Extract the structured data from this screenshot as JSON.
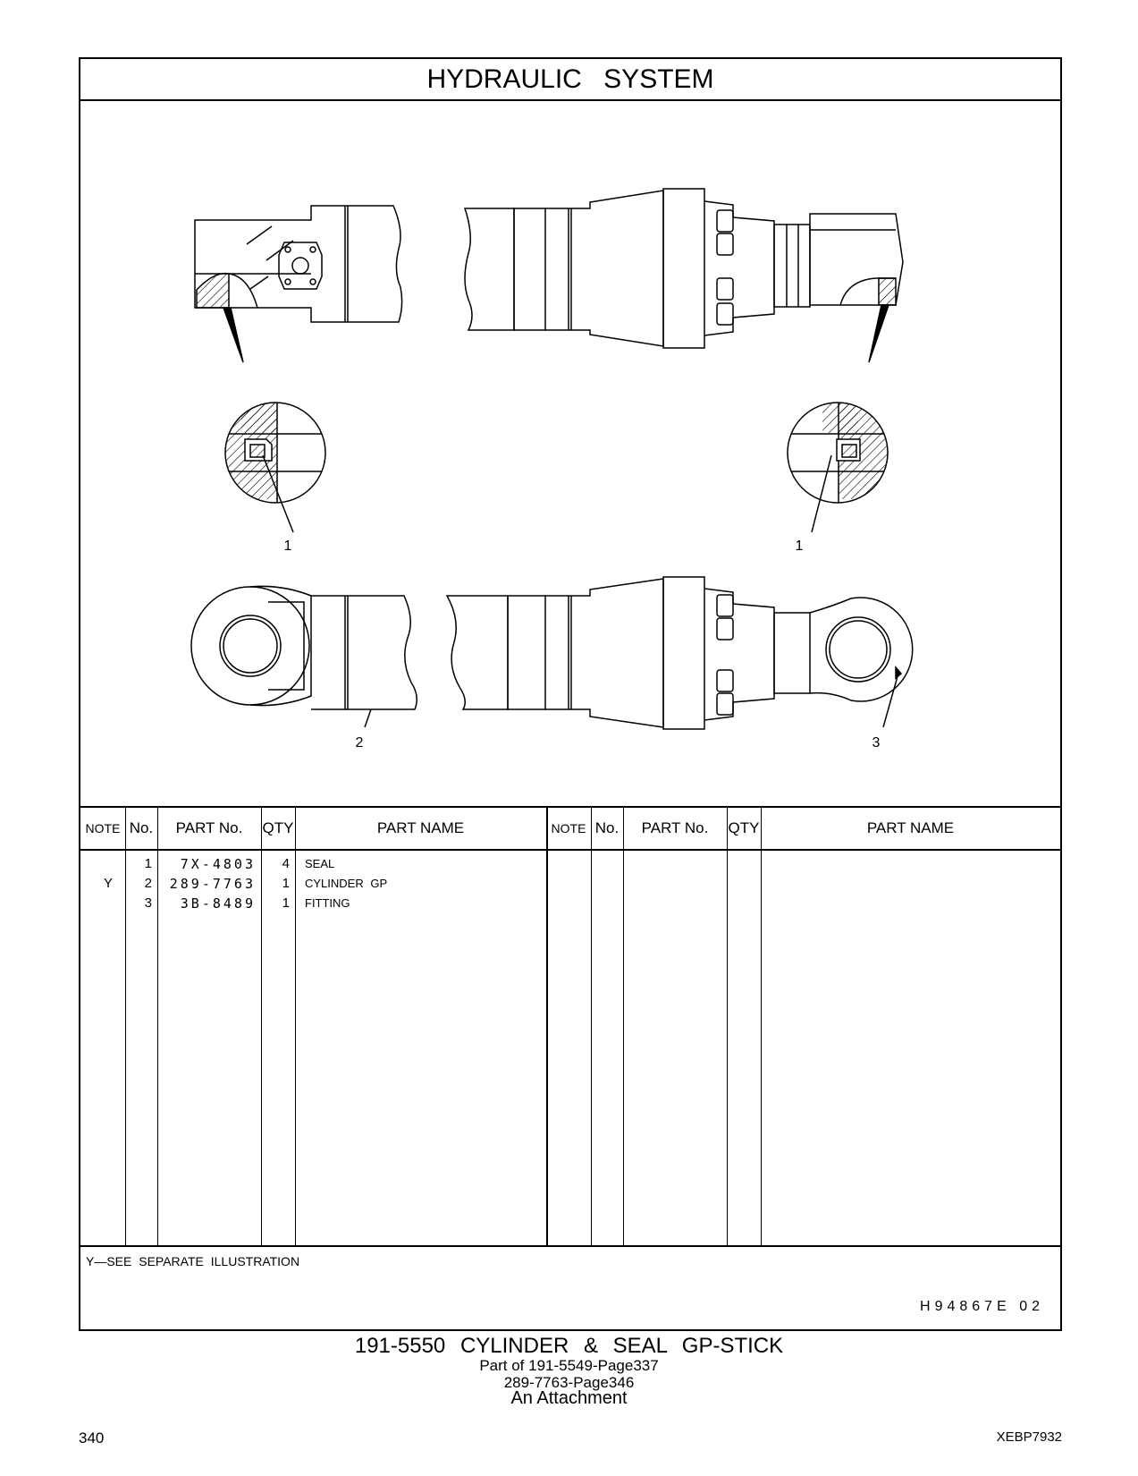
{
  "section_title": "HYDRAULIC SYSTEM",
  "callouts": {
    "c1_left": "1",
    "c1_right": "1",
    "c2": "2",
    "c3": "3"
  },
  "table": {
    "headers": {
      "note": "NOTE",
      "no": "No.",
      "part_no": "PART No.",
      "qty": "QTY",
      "part_name": "PART NAME"
    },
    "rows": [
      {
        "note": "",
        "no": "1",
        "part_no": "7X-4803",
        "qty": "4",
        "name": "SEAL"
      },
      {
        "note": "Y",
        "no": "2",
        "part_no": "289-7763",
        "qty": "1",
        "name": "CYLINDER GP"
      },
      {
        "note": "",
        "no": "3",
        "part_no": "3B-8489",
        "qty": "1",
        "name": "FITTING"
      }
    ]
  },
  "footnote": "Y—SEE SEPARATE ILLUSTRATION",
  "illustration_ref": "H94867E 02",
  "caption": {
    "main": "191-5550 CYLINDER & SEAL GP-STICK",
    "line1": "Part of 191-5549-Page337",
    "line2": "289-7763-Page346",
    "line3": "An Attachment"
  },
  "page_number": "340",
  "doc_id": "XEBP7932"
}
